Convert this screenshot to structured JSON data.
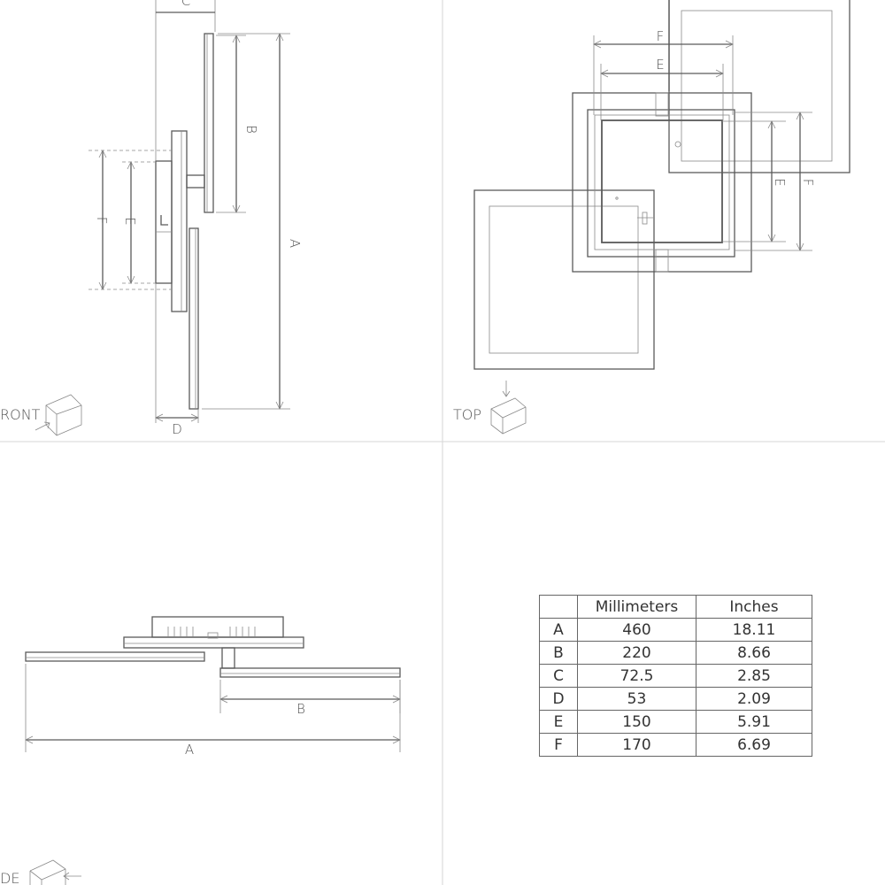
{
  "views": {
    "front": "RONT",
    "top": "TOP",
    "side": "DE"
  },
  "dimension_labels": {
    "a": "A",
    "b": "B",
    "c": "C",
    "d": "D",
    "e": "E",
    "f": "F"
  },
  "table": {
    "headers": [
      "",
      "Millimeters",
      "Inches"
    ],
    "rows": [
      {
        "label": "A",
        "mm": "460",
        "in": "18.11"
      },
      {
        "label": "B",
        "mm": "220",
        "in": "8.66"
      },
      {
        "label": "C",
        "mm": "72.5",
        "in": "2.85"
      },
      {
        "label": "D",
        "mm": "53",
        "in": "2.09"
      },
      {
        "label": "E",
        "mm": "150",
        "in": "5.91"
      },
      {
        "label": "F",
        "mm": "170",
        "in": "6.69"
      }
    ]
  }
}
